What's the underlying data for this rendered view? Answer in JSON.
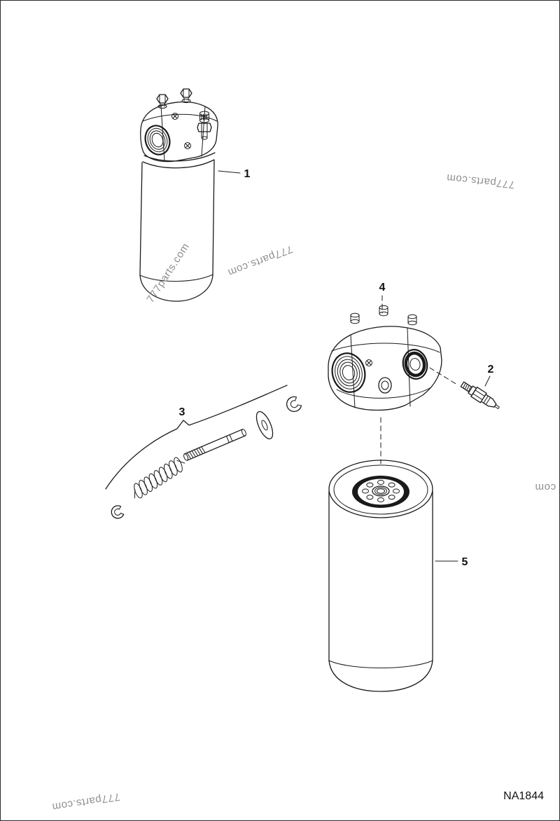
{
  "page": {
    "background": "#ffffff",
    "line_color": "#1a1a1a",
    "watermark_color": "#8f8f8f",
    "border_color": "#2b2b2b"
  },
  "figure_code": "NA1844",
  "watermarks": {
    "full": "777parts.com",
    "partial": "com"
  },
  "callouts": [
    {
      "label": "1"
    },
    {
      "label": "2"
    },
    {
      "label": "3"
    },
    {
      "label": "4"
    },
    {
      "label": "5"
    }
  ]
}
